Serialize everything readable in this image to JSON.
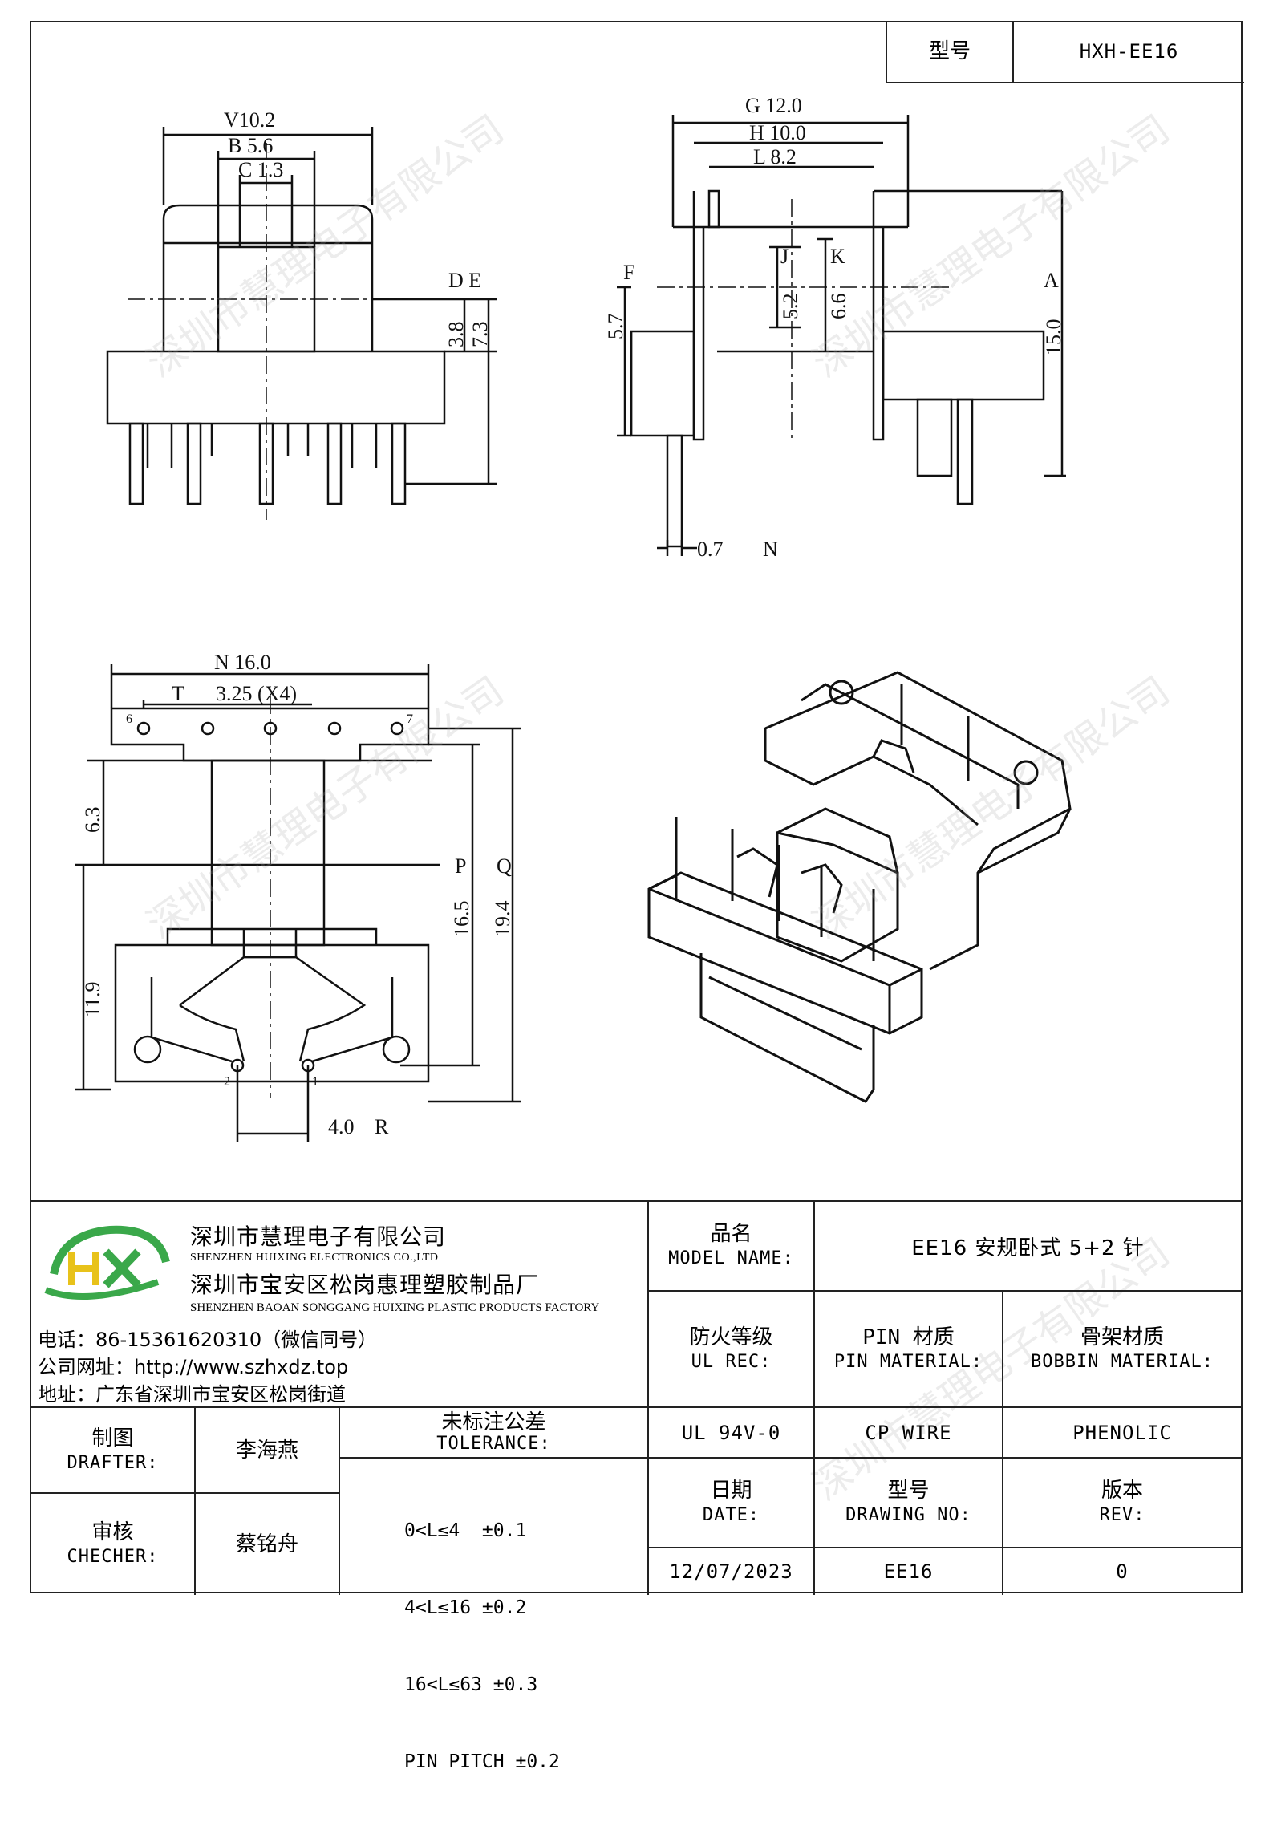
{
  "header": {
    "model_label": "型号",
    "model_value": "HXH-EE16"
  },
  "views": {
    "front": {
      "dim_top1": "V10.2",
      "dim_top2": "B 5.6",
      "dim_top3": "C 1.3",
      "dim_side_label": "D E",
      "dim_side1": "3.8",
      "dim_side2": "7.3"
    },
    "side": {
      "dim_top1": "G 12.0",
      "dim_top2": "H 10.0",
      "dim_top3": "L 8.2",
      "dim_mid_label1": "J",
      "dim_mid1": "5.2",
      "dim_mid_label2": "K",
      "dim_mid2": "6.6",
      "dim_left_label": "F",
      "dim_left": "5.7",
      "dim_right_label": "A",
      "dim_right": "15.0",
      "dim_pin": "0.7",
      "dim_pin_label": "N"
    },
    "bottom": {
      "dim_top": "N 16.0",
      "dim_pitch_label": "T",
      "dim_pitch": "3.25 (X4)",
      "dim_left1": "6.3",
      "dim_left2": "11.9",
      "dim_right_label1": "P",
      "dim_right1": "16.5",
      "dim_right_label2": "Q",
      "dim_right2": "19.4",
      "dim_bottom": "4.0",
      "dim_bottom_label": "R",
      "pin_1": "1",
      "pin_2": "2",
      "pin_6": "6",
      "pin_7": "7"
    }
  },
  "watermark": "深圳市慧理电子有限公司",
  "company": {
    "name_cn": "深圳市慧理电子有限公司",
    "name_en": "SHENZHEN HUIXING ELECTRONICS CO.,LTD",
    "factory_cn": "深圳市宝安区松岗惠理塑胶制品厂",
    "factory_en": "SHENZHEN BAOAN SONGGANG HUIXING PLASTIC PRODUCTS FACTORY",
    "phone": "电话：86-15361620310（微信同号）",
    "website": "公司网址：http://www.szhxdz.top",
    "address": "地址：广东省深圳市宝安区松岗街道",
    "logo_text": "HX",
    "logo_colors": {
      "green": "#3aa84a",
      "yellow": "#e8c21a"
    }
  },
  "title_block": {
    "model_name_cn": "品名",
    "model_name_en": "MODEL NAME:",
    "model_name_value": "EE16 安规卧式 5+2 针",
    "ul_cn": "防火等级",
    "ul_en": "UL REC:",
    "pin_cn": "PIN 材质",
    "pin_en": "PIN MATERIAL:",
    "bobbin_cn": "骨架材质",
    "bobbin_en": "BOBBIN MATERIAL:",
    "ul_value": "UL 94V-0",
    "pin_value": "CP WIRE",
    "bobbin_value": "PHENOLIC",
    "drafter_cn": "制图",
    "drafter_en": "DRAFTER:",
    "drafter_value": "李海燕",
    "checker_cn": "审核",
    "checker_en": "CHECHER:",
    "checker_value": "蔡铭舟",
    "tolerance_cn": "未标注公差",
    "tolerance_en": "TOLERANCE:",
    "tolerances": [
      "0<L≤4  ±0.1",
      "4<L≤16 ±0.2",
      "16<L≤63 ±0.3",
      "PIN PITCH ±0.2"
    ],
    "date_cn": "日期",
    "date_en": "DATE:",
    "date_value": "12/07/2023",
    "drawing_cn": "型号",
    "drawing_en": "DRAWING NO:",
    "drawing_value": "EE16",
    "rev_cn": "版本",
    "rev_en": "REV:",
    "rev_value": "0"
  }
}
